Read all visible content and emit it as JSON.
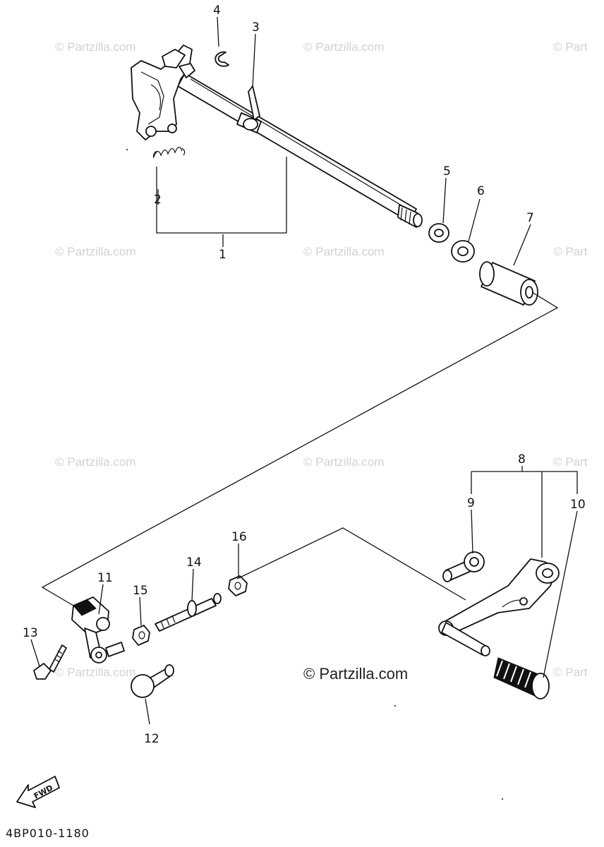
{
  "watermark_text": "© Partzilla.com",
  "watermark_cut": "© Part",
  "center_watermark": "© Partzilla.com",
  "diagram_code": "4BP010-1180",
  "fwd_label": "FWD",
  "callouts": {
    "p1": "1",
    "p2": "2",
    "p3": "3",
    "p4": "4",
    "p5": "5",
    "p6": "6",
    "p7": "7",
    "p8": "8",
    "p9": "9",
    "p10": "10",
    "p11": "11",
    "p12": "12",
    "p13": "13",
    "p14": "14",
    "p15": "15",
    "p16": "16"
  }
}
